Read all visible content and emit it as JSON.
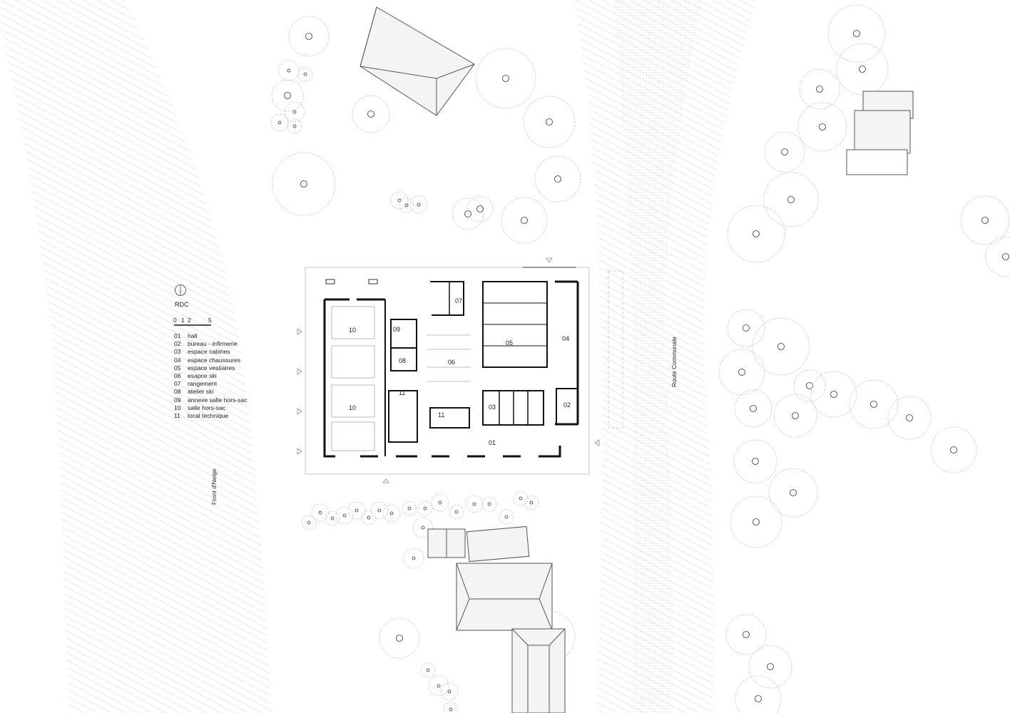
{
  "legend": {
    "level": "RDC",
    "scale_ticks": [
      "0",
      "1",
      "2",
      "5"
    ],
    "items": [
      {
        "num": "01",
        "label": "hall"
      },
      {
        "num": "02",
        "label": "bureau - infirmerie"
      },
      {
        "num": "03",
        "label": "espace cabines"
      },
      {
        "num": "04",
        "label": "espace chaussures"
      },
      {
        "num": "05",
        "label": "espace vestiaires"
      },
      {
        "num": "06",
        "label": "esapce ski"
      },
      {
        "num": "07",
        "label": "rangement"
      },
      {
        "num": "08",
        "label": "atelier ski"
      },
      {
        "num": "09",
        "label": "annexe salle hors-sac"
      },
      {
        "num": "10",
        "label": "salle hors-sac"
      },
      {
        "num": "11",
        "label": "local technique"
      }
    ]
  },
  "site": {
    "road_label": "Route Communale",
    "snow_front_label": "Front d'Neige"
  },
  "rooms": {
    "r10a": "10",
    "r09": "09",
    "r08": "08",
    "r07": "07",
    "r06": "06",
    "r05": "05",
    "r04": "04",
    "r11a": "11",
    "r10b": "10",
    "r11b": "11",
    "r03": "03",
    "r02": "02",
    "r01": "01"
  }
}
